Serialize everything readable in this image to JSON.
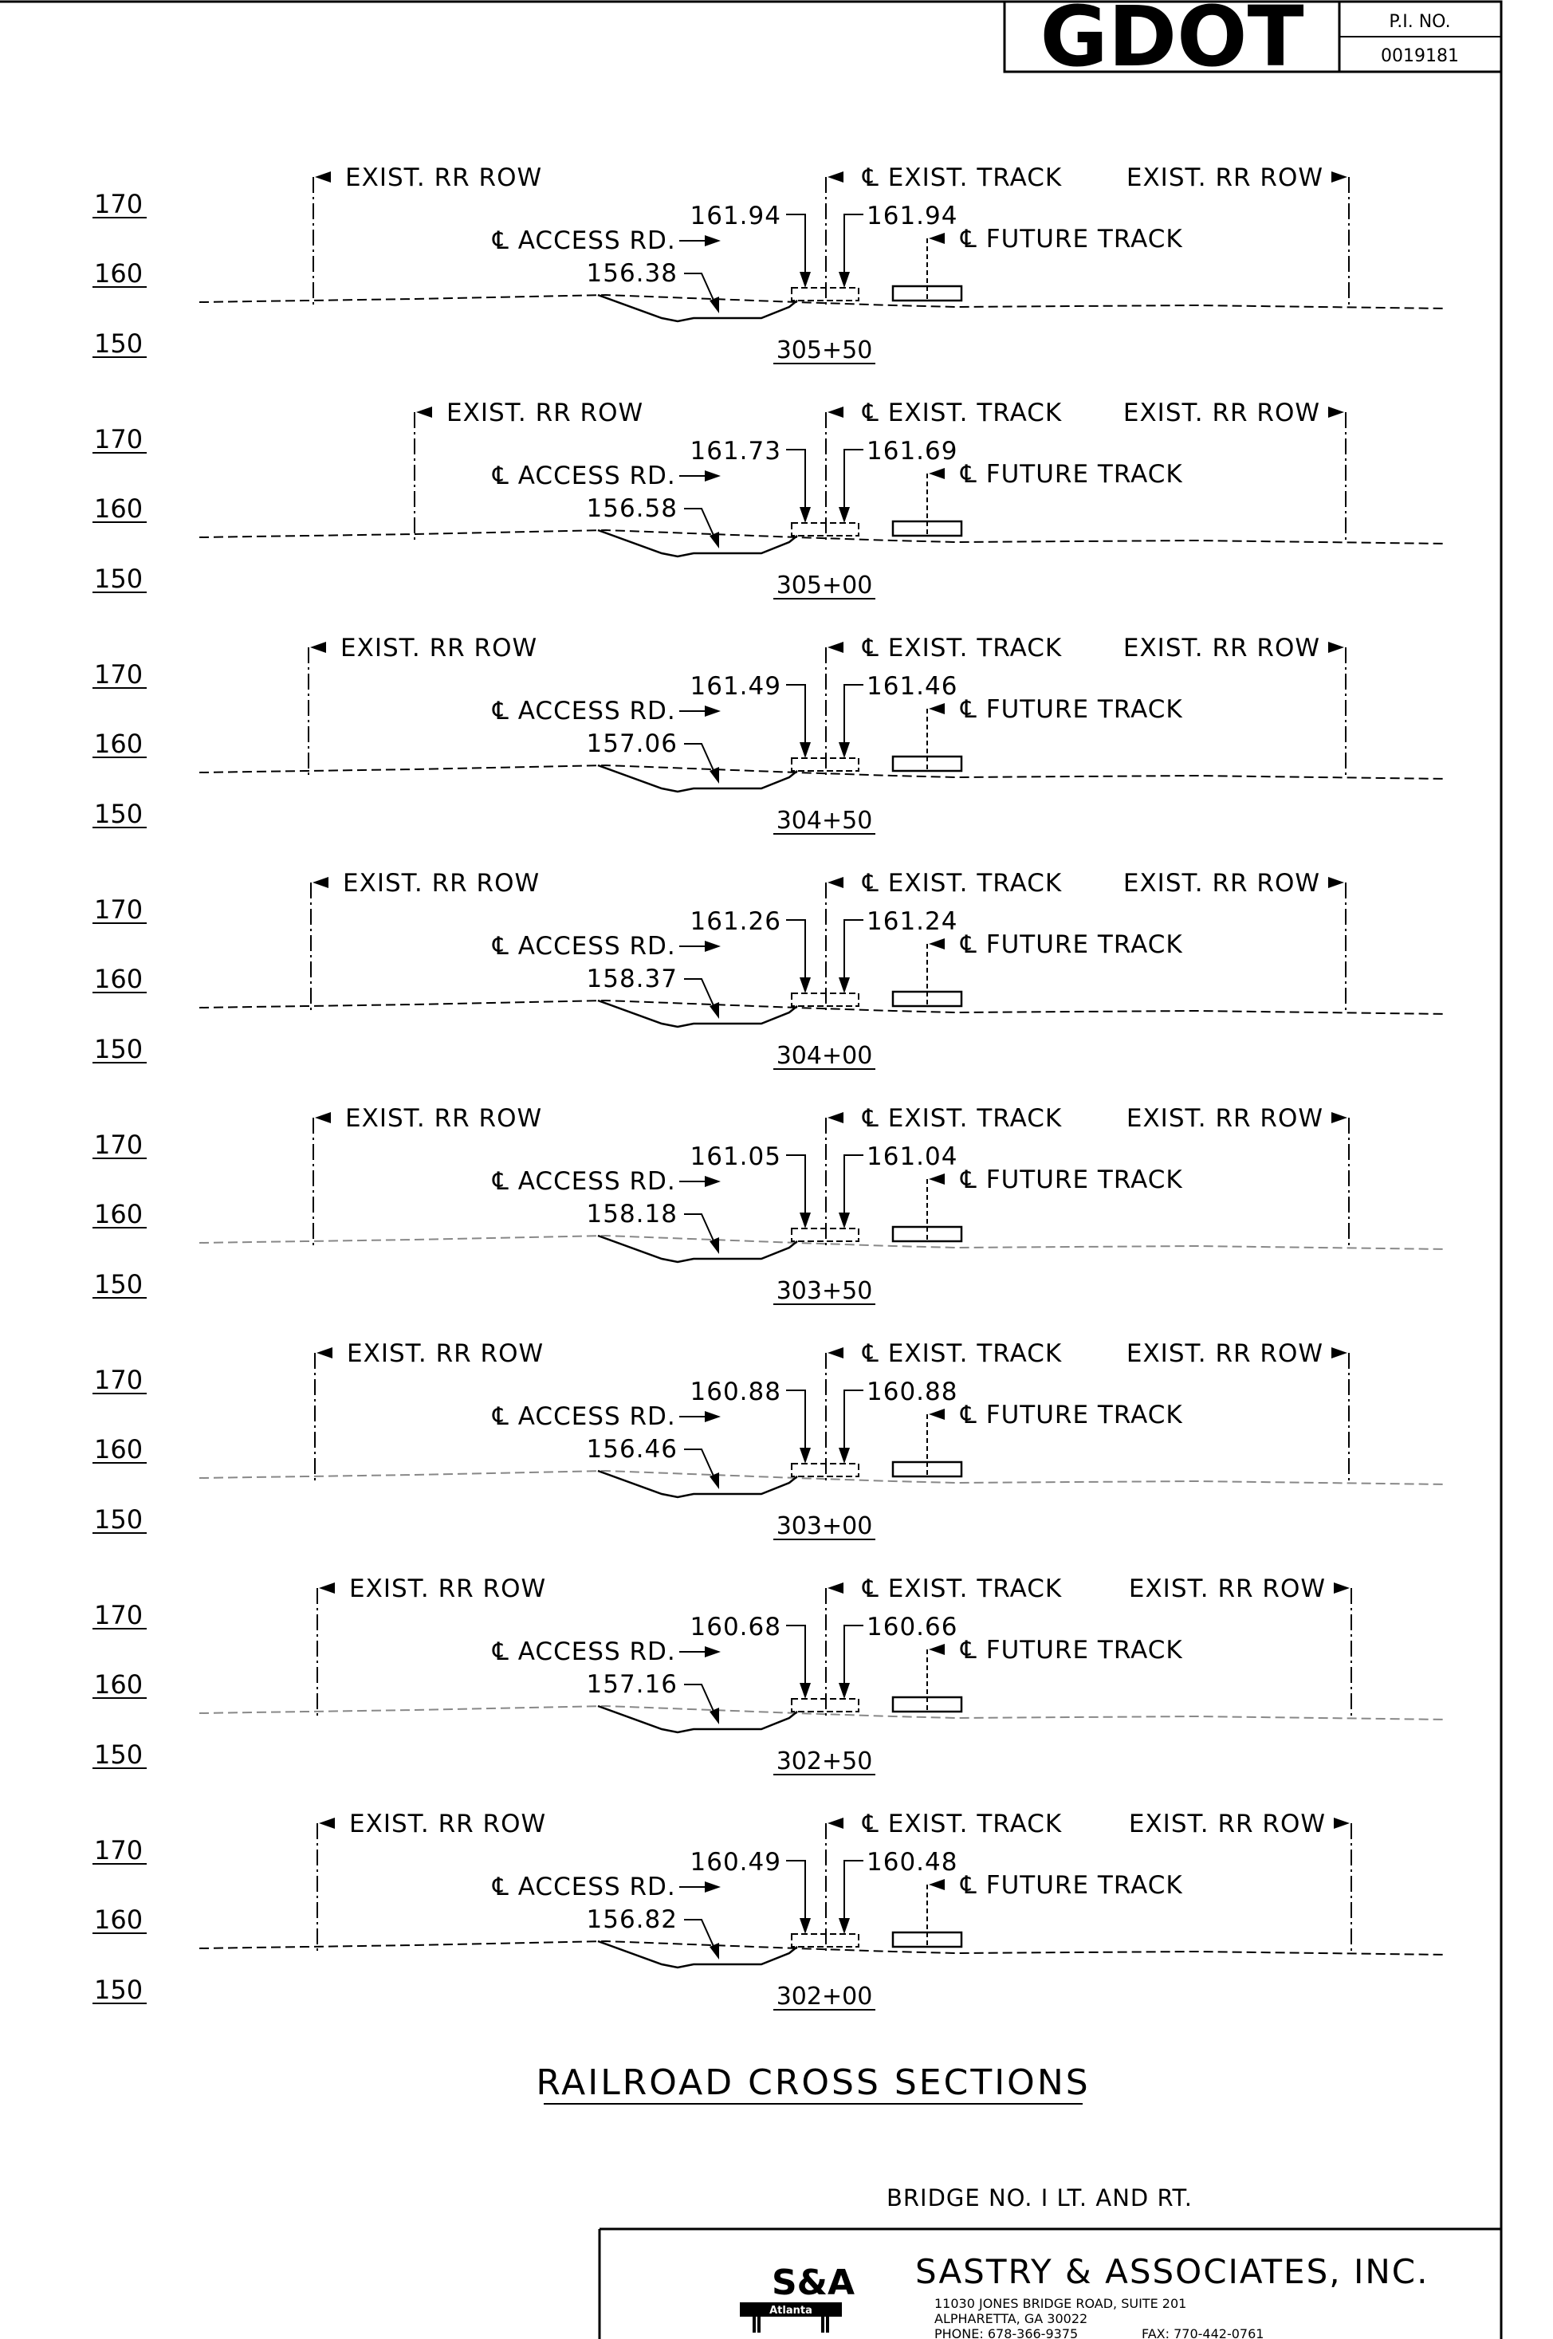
{
  "header": {
    "logo_text": "GDOT",
    "pi_label": "P.I. NO.",
    "pi_number": "0019181"
  },
  "labels": {
    "row_left": "EXIST. RR ROW",
    "row_right": "EXIST. RR ROW",
    "exist_track": "℄ EXIST. TRACK",
    "access_rd": "℄ ACCESS RD.",
    "future_track": "℄ FUTURE TRACK"
  },
  "elevation_labels": [
    "170",
    "160",
    "150"
  ],
  "sections": [
    {
      "station": "305+50",
      "elev_left": "161.94",
      "elev_right": "161.94",
      "elev_access": "156.38"
    },
    {
      "station": "305+00",
      "elev_left": "161.73",
      "elev_right": "161.69",
      "elev_access": "156.58"
    },
    {
      "station": "304+50",
      "elev_left": "161.49",
      "elev_right": "161.46",
      "elev_access": "157.06"
    },
    {
      "station": "304+00",
      "elev_left": "161.26",
      "elev_right": "161.24",
      "elev_access": "158.37"
    },
    {
      "station": "303+50",
      "elev_left": "161.05",
      "elev_right": "161.04",
      "elev_access": "158.18"
    },
    {
      "station": "303+00",
      "elev_left": "160.88",
      "elev_right": "160.88",
      "elev_access": "156.46"
    },
    {
      "station": "302+50",
      "elev_left": "160.68",
      "elev_right": "160.66",
      "elev_access": "157.16"
    },
    {
      "station": "302+00",
      "elev_left": "160.49",
      "elev_right": "160.48",
      "elev_access": "156.82"
    }
  ],
  "sheet_title": "RAILROAD CROSS SECTIONS",
  "bridge_note": "BRIDGE NO. I LT. AND RT.",
  "title_block": {
    "logo_text": "S&A",
    "logo_sub": "Atlanta",
    "firm_name": "SASTRY & ASSOCIATES, INC.",
    "address_1": "11030 JONES BRIDGE ROAD, SUITE 201",
    "address_2": "ALPHARETTA, GA 30022",
    "phone": "PHONE: 678-366-9375",
    "fax": "FAX: 770-442-0761"
  },
  "colors": {
    "ink": "#000000",
    "paper": "#ffffff"
  }
}
